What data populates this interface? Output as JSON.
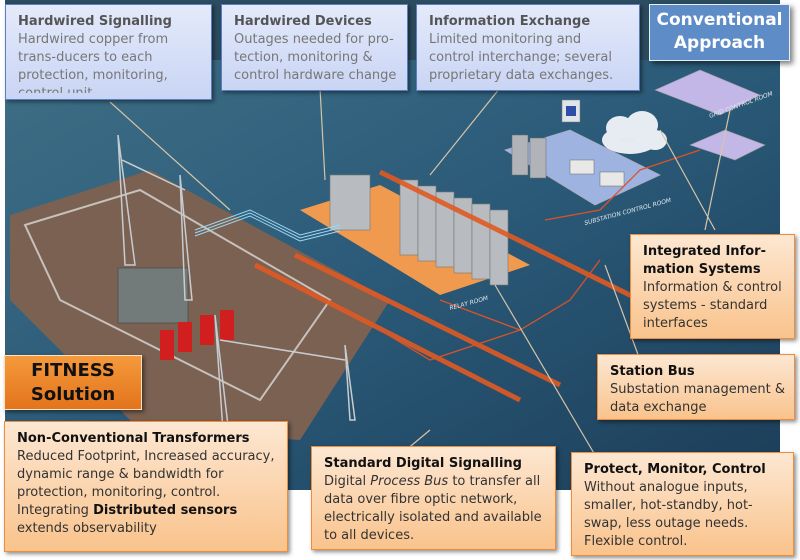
{
  "conventional": {
    "label_line1": "Conventional",
    "label_line2": "Approach",
    "boxes": [
      {
        "title": "Hardwired Signalling",
        "lines": [
          "Hardwired copper from",
          "trans-ducers to each",
          "protection, monitoring,",
          "control unit."
        ]
      },
      {
        "title": "Hardwired Devices",
        "lines": [
          "Outages needed for pro-",
          "tection, monitoring &",
          "control hardware change"
        ]
      },
      {
        "title": "Information Exchange",
        "lines": [
          "Limited monitoring and",
          "control interchange; several",
          "proprietary data exchanges."
        ]
      }
    ]
  },
  "fitness": {
    "label_line1": "FITNESS",
    "label_line2": "Solution",
    "integrated": {
      "title_line1": "Integrated Infor-",
      "title_line2": "mation Systems",
      "lines": [
        "Information & control",
        "systems - standard",
        "interfaces"
      ]
    },
    "station_bus": {
      "title": "Station Bus",
      "lines": [
        "Substation management &",
        "data exchange"
      ]
    },
    "transformers": {
      "title": "Non-Conventional Transformers",
      "lines": [
        "Reduced Footprint, Increased accuracy,",
        "dynamic range & bandwidth for",
        "protection, monitoring, control."
      ],
      "line4_prefix": "Integrating ",
      "line4_bold": "Distributed sensors",
      "line5": "extends observability"
    },
    "digital": {
      "title": "Standard Digital Signalling",
      "line1_prefix": "Digital ",
      "line1_italic": "Process Bus",
      "line1_suffix": " to transfer all",
      "lines": [
        "data over fibre optic network,",
        "electrically isolated and available",
        "to all devices."
      ]
    },
    "protect": {
      "title": "Protect, Monitor, Control",
      "lines": [
        "Without analogue inputs,",
        "smaller, hot-standby, hot-",
        "swap, less outage needs.",
        "Flexible control."
      ]
    }
  },
  "scene": {
    "labels": {
      "relay_room": "RELAY ROOM",
      "substation_control": "SUBSTATION CONTROL ROOM",
      "grid_control": "GRID CONTROL ROOM",
      "wan": "WAN"
    },
    "colors": {
      "background": "#2b5672",
      "cable": "#e05a23",
      "relay_floor": "#f09a50",
      "yard": "#7a6152"
    }
  }
}
